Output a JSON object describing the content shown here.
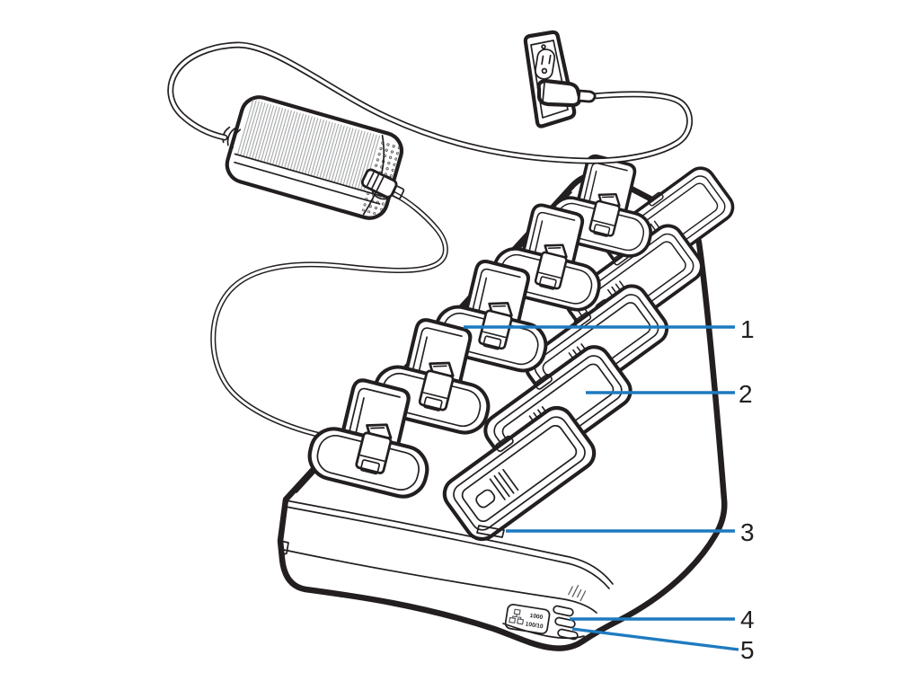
{
  "colors": {
    "ink": "#231f20",
    "accent": "#1e7ac0",
    "led_fill": "#d6d7d8"
  },
  "callouts": [
    {
      "number": "1"
    },
    {
      "number": "2"
    },
    {
      "number": "3"
    },
    {
      "number": "4"
    },
    {
      "number": "5"
    }
  ],
  "labels": {
    "ethernet_speed_line1": "1000",
    "ethernet_speed_line2": "100/10"
  },
  "icons": {
    "ethernet": "ethernet-network-icon"
  }
}
